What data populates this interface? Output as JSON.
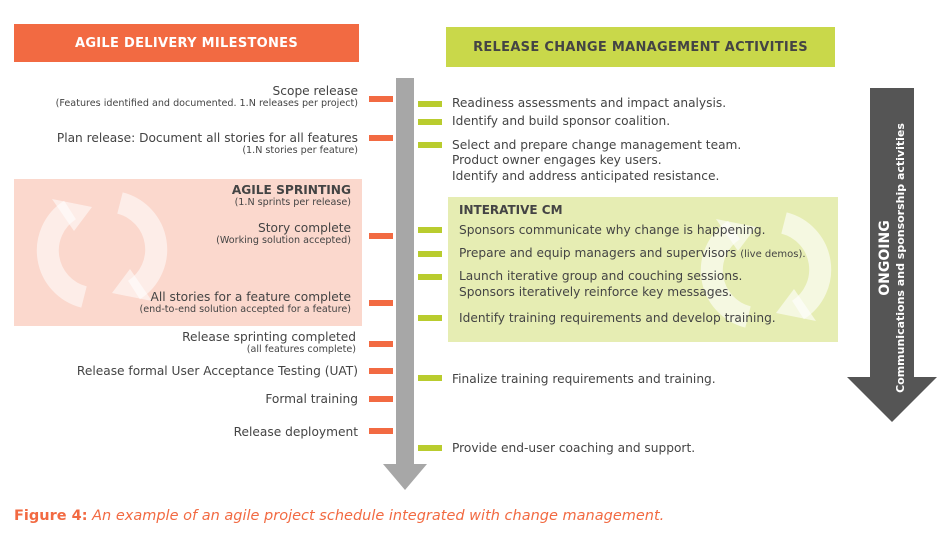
{
  "left_header": "AGILE DELIVERY MILESTONES",
  "right_header": "RELEASE CHANGE MANAGEMENT ACTIVITIES",
  "milestones": {
    "scope_release": "Scope release",
    "scope_release_sub": "(Features identified and documented. 1.N releases per project)",
    "plan_release": "Plan release: Document all stories for all features",
    "plan_release_sub": "(1.N stories per feature)",
    "agile_sprinting": "AGILE SPRINTING",
    "agile_sprinting_sub": "(1.N sprints per release)",
    "story_complete": "Story complete",
    "story_complete_sub": "(Working solution accepted)",
    "all_stories": "All stories for a feature complete",
    "all_stories_sub": "(end-to-end solution accepted for a feature)",
    "release_sprinting": "Release sprinting completed",
    "release_sprinting_sub": "(all features complete)",
    "uat": "Release formal User Acceptance Testing (UAT)",
    "formal_training": "Formal training",
    "release_deployment": "Release deployment"
  },
  "activities": {
    "readiness": "Readiness assessments and impact analysis.",
    "sponsor_coalition": "Identify and build sponsor coalition.",
    "select_team": "Select and prepare change management team.",
    "product_owner": "Product owner engages key users.",
    "resistance": "Identify and address anticipated resistance.",
    "interative_cm": "INTERATIVE CM",
    "sponsors_communicate": "Sponsors communicate why change is happening.",
    "prepare_managers": "Prepare and equip managers and supervisors",
    "live_demos": "(live demos).",
    "launch_sessions": "Launch iterative group and couching sessions.",
    "reinforce": "Sponsors iteratively reinforce key messages.",
    "training_req": "Identify training requirements and develop training.",
    "finalize_training": "Finalize training requirements and training.",
    "coaching": "Provide end-user coaching and support."
  },
  "ongoing": {
    "title": "ONGOING",
    "subtitle": "Communications and sponsorship activities"
  },
  "caption": {
    "figure": "Figure 4:",
    "text": "An example of an agile project schedule integrated with change management."
  },
  "colors": {
    "orange": "#f26a42",
    "green": "#c9d84a",
    "tick_green": "#b9cc2e",
    "gray_arrow": "#a7a7a7",
    "dark_arrow": "#555555",
    "pink_box": "#fbd8cd",
    "green_box": "#e6edb3"
  },
  "icons": [
    "cycle-arrows-icon",
    "cycle-arrows-icon"
  ]
}
